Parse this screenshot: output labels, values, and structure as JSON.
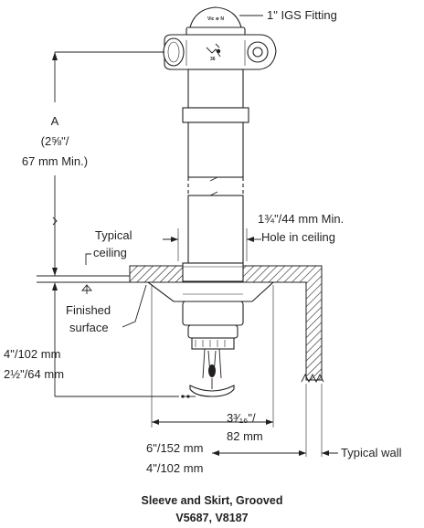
{
  "labels": {
    "fitting": "1\" IGS Fitting",
    "dim_a_name": "A",
    "dim_a_value": "(2⅝\"/",
    "dim_a_min": "67 mm Min.)",
    "hole_line1": "1¾\"/44 mm Min.",
    "hole_line2": "Hole in ceiling",
    "typical_ceiling_line1": "Typical",
    "typical_ceiling_line2": "ceiling",
    "finished_surface_line1": "Finished",
    "finished_surface_line2": "surface",
    "depth_max": "4\"/102 mm",
    "depth_min": "2½\"/64 mm",
    "radius_line1": "3³⁄₁₆\"/",
    "radius_line2": "82 mm",
    "wall_max": "6\"/152 mm",
    "wall_min": "4\"/102 mm",
    "typical_wall": "Typical wall"
  },
  "caption": {
    "title": "Sleeve and Skirt, Grooved",
    "models": "V5687, V8187"
  }
}
